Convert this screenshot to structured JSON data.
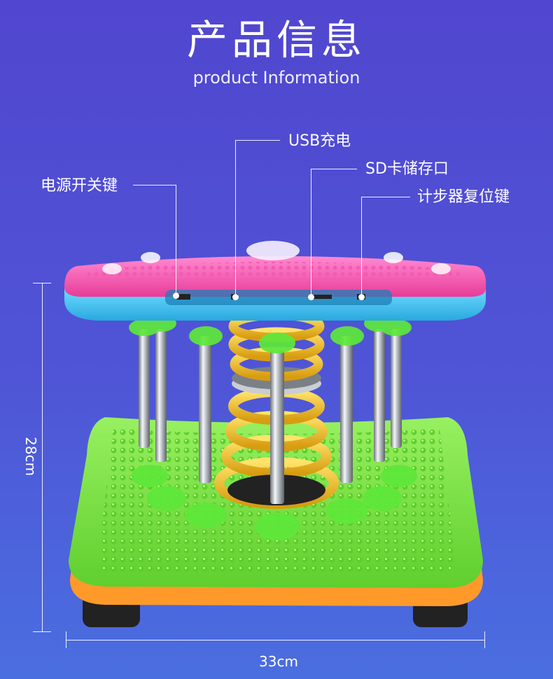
{
  "header": {
    "title": "产品信息",
    "subtitle": "product Information"
  },
  "callouts": {
    "power_switch": "电源开关键",
    "usb_charging": "USB充电",
    "sd_card_slot": "SD卡储存口",
    "pedometer_reset": "计步器复位键"
  },
  "dimensions": {
    "height": "28cm",
    "width": "33cm"
  },
  "colors": {
    "background_top": "#5146cf",
    "background_bottom": "#4a6ee0",
    "top_pink": "#ff55b0",
    "top_blue": "#45c8f0",
    "base_green": "#7ee342",
    "base_orange": "#ff9a2a",
    "spring_yellow": "#f2c230"
  }
}
